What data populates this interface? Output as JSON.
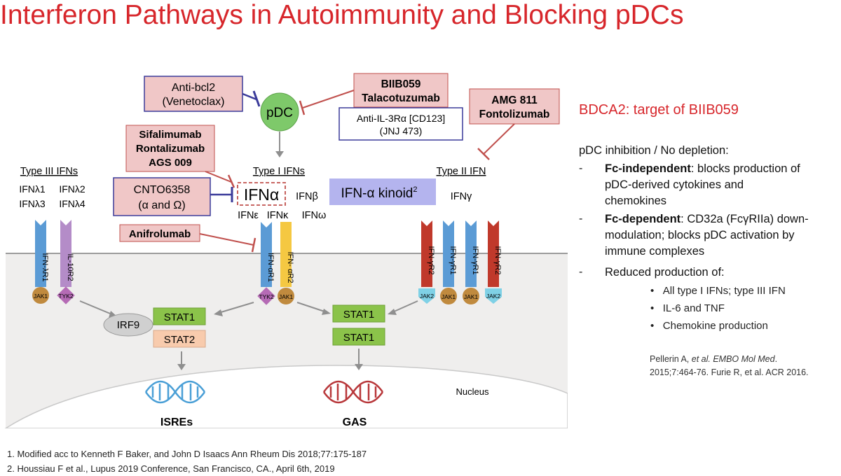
{
  "title": "Interferon Pathways in Autoimmunity and Blocking pDCs",
  "diagram": {
    "pdc": "pDC",
    "anti_bcl2": [
      "Anti-bcl2",
      "(Venetoclax)"
    ],
    "biib059": [
      "BIIB059",
      "Talacotuzumab"
    ],
    "anti_il3": [
      "Anti-IL-3Rα [CD123]",
      "(JNJ 473)"
    ],
    "amg811": [
      "AMG 811",
      "Fontolizumab"
    ],
    "sifalimumab": [
      "Sifalimumab",
      "Rontalizumab",
      "AGS 009"
    ],
    "cnto": [
      "CNTO6358",
      "(α and Ω)"
    ],
    "anifrolumab": "Anifrolumab",
    "kinoid": "IFN-α kinoid",
    "kinoid_sup": "2",
    "type3_label": "Type III IFNs",
    "type3_ifns": [
      "IFNλ1",
      "IFNλ2",
      "IFNλ3",
      "IFNλ4"
    ],
    "type1_label": "Type I IFNs",
    "ifn_alpha": "IFNα",
    "ifn_beta": "IFNβ",
    "ifn_eps": "IFNε",
    "ifn_kappa": "IFNκ",
    "ifn_omega": "IFNω",
    "type2_label": "Type II IFN",
    "ifn_gamma": "IFNγ",
    "receptors": {
      "ifn_ar1": "IFN-λR1",
      "il10r2": "IL-10R2",
      "ifn_ar1_t1": "IFN-αR1",
      "ifn_ar2_t1": "IFN- αR2",
      "ifn_gr2": "IFN-γR2",
      "ifn_gr1": "IFN-γR1"
    },
    "jak1": "JAK1",
    "tyk2": "TYK2",
    "jak2": "JAK2",
    "irf9": "IRF9",
    "stat1": "STAT1",
    "stat2": "STAT2",
    "nucleus": "Nucleus",
    "isres": "ISREs",
    "gas": "GAS"
  },
  "right": {
    "heading": "BDCA2: target of BIIB059",
    "sub": "pDC inhibition / No depletion:",
    "items": [
      {
        "bold": "Fc-independent",
        "lines": [
          ": blocks production of",
          "pDC-derived cytokines and",
          "chemokines"
        ]
      },
      {
        "bold": "Fc-dependent",
        "lines": [
          ": CD32a (FcγRIIa) down-",
          "modulation; blocks pDC activation by",
          "immune complexes"
        ]
      },
      {
        "bold": "",
        "lines": [
          "Reduced production of:"
        ]
      }
    ],
    "bullets": [
      "All type I IFNs; type III IFN",
      "IL-6 and TNF",
      "Chemokine production"
    ],
    "ref_line1_a": "Pellerin A, ",
    "ref_line1_b": "et al. EMBO Mol Med",
    "ref_line1_c": ".",
    "ref_line2": "2015;7:464-76. Furie R, et al. ACR 2016."
  },
  "footnotes": [
    "1. Modified acc to Kenneth F Baker, and John D Isaacs Ann Rheum Dis 2018;77:175-187",
    "2. Houssiau F et al., Lupus 2019 Conference, San Francisco, CA., April 6th, 2019"
  ],
  "colors": {
    "title_red": "#d7262b",
    "drug_fill": "#f0c7c7",
    "drug_border_red": "#c0504d",
    "drug_border_blue": "#3b3b9a",
    "pdc_green": "#7ec96a",
    "receptor_blue": "#5b9bd5",
    "receptor_purple": "#b48cc8",
    "receptor_yellow": "#f5c842",
    "receptor_red": "#c0392b",
    "stat_green": "#8bc34a",
    "stat2_peach": "#f8cbad",
    "jak_brown": "#c08a3e",
    "tyk_purple": "#b56bb5",
    "jak2_teal": "#7fd1e6"
  }
}
